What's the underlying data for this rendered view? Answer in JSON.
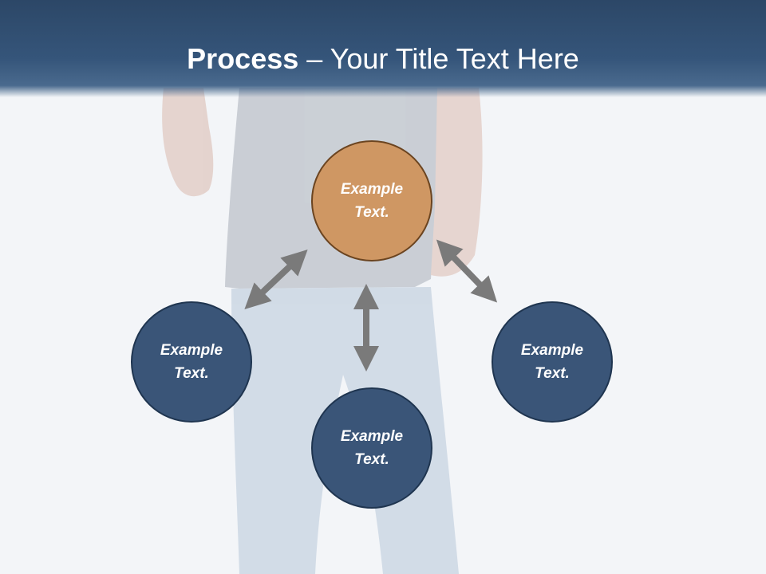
{
  "slide": {
    "title_bold": "Process",
    "title_rest": " – Your Title Text Here"
  },
  "nodes": {
    "top": {
      "text": "Example Text.",
      "color": "#cf9763"
    },
    "left": {
      "text": "Example Text.",
      "color": "#3a5578"
    },
    "right": {
      "text": "Example Text.",
      "color": "#3a5578"
    },
    "bottom": {
      "text": "Example Text.",
      "color": "#3a5578"
    }
  },
  "colors": {
    "title_band": "#2c4767",
    "arrows": "#7a7a7a",
    "background": "#f3f5f8"
  }
}
